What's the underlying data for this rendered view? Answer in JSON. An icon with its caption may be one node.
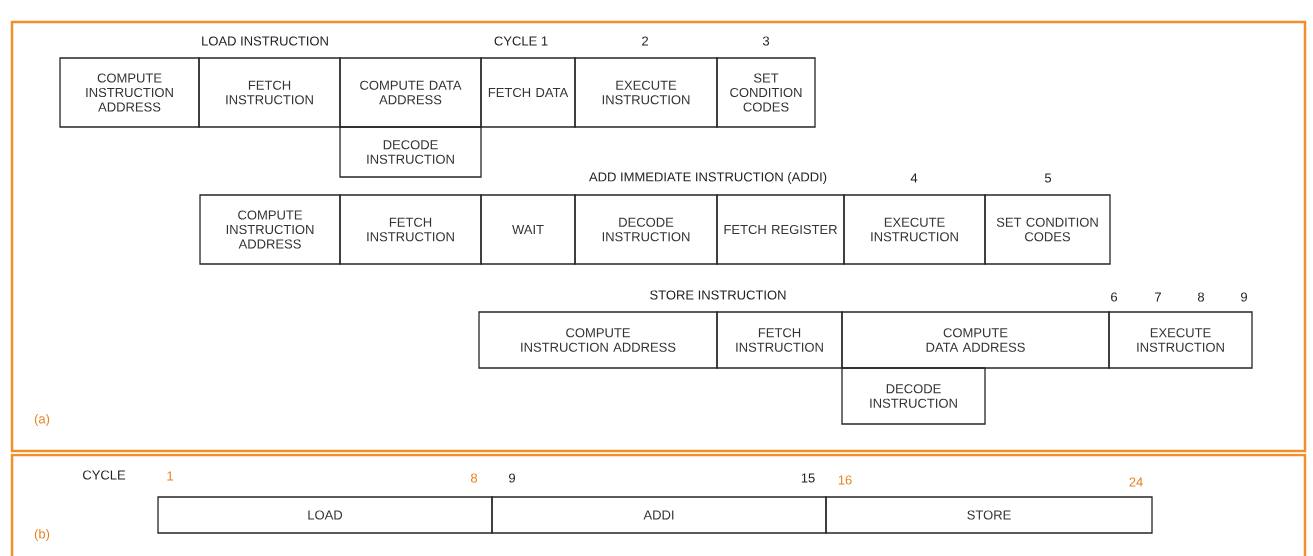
{
  "diagram": {
    "nodes": [
      {
        "text": [
          "COMPUTE INSTRUCTION ADDRESS"
        ]
      },
      {
        "text": [
          "FETCH INSTRUCTION"
        ]
      },
      {
        "text": [
          "COMPUTE DATA ADDRESS"
        ]
      },
      {
        "text": [
          "FETCH DATA"
        ]
      },
      {
        "text": [
          "EXECUTE INSTRUCTION"
        ]
      },
      {
        "text": [
          "SET CONDITION CODES"
        ]
      },
      {
        "text": [
          "DECODE INSTRUCTION"
        ]
      },
      {
        "text": [
          "COMPUTE INSTRUCTION ADDRESS"
        ]
      },
      {
        "text": [
          "FETCH INSTRUCTION"
        ]
      },
      {
        "text": [
          "WAIT"
        ]
      },
      {
        "text": [
          "DECODE INSTRUCTION"
        ]
      },
      {
        "text": [
          "FETCH REGISTER"
        ]
      },
      {
        "text": [
          "EXECUTE INSTRUCTION"
        ]
      },
      {
        "text": [
          "SET CONDITION CODES"
        ]
      },
      {
        "text": [
          "COMPUTE INSTRUCTION ADDRESS"
        ]
      },
      {
        "text": [
          "FETCH INSTRUCTION"
        ]
      },
      {
        "text": [
          "COMPUTE DATA ADDRESS"
        ]
      },
      {
        "text": [
          "EXECUTE INSTRUCTION"
        ]
      },
      {
        "text": [
          "DECODE INSTRUCTION"
        ]
      },
      {
        "text": [
          "LOAD"
        ]
      },
      {
        "text": [
          "ADDI"
        ]
      },
      {
        "text": [
          "STORE"
        ]
      }
    ],
    "labels": [
      "LOAD INSTRUCTION",
      "CYCLE 1",
      "2",
      "3",
      "ADD IMMEDIATE INSTRUCTION (ADDI)",
      "4",
      "5",
      "STORE INSTRUCTION",
      "6",
      "7",
      "8",
      "9",
      "(a)",
      "CYCLE",
      "1",
      "8",
      "9",
      "15",
      "16",
      "24",
      "(b)"
    ]
  }
}
